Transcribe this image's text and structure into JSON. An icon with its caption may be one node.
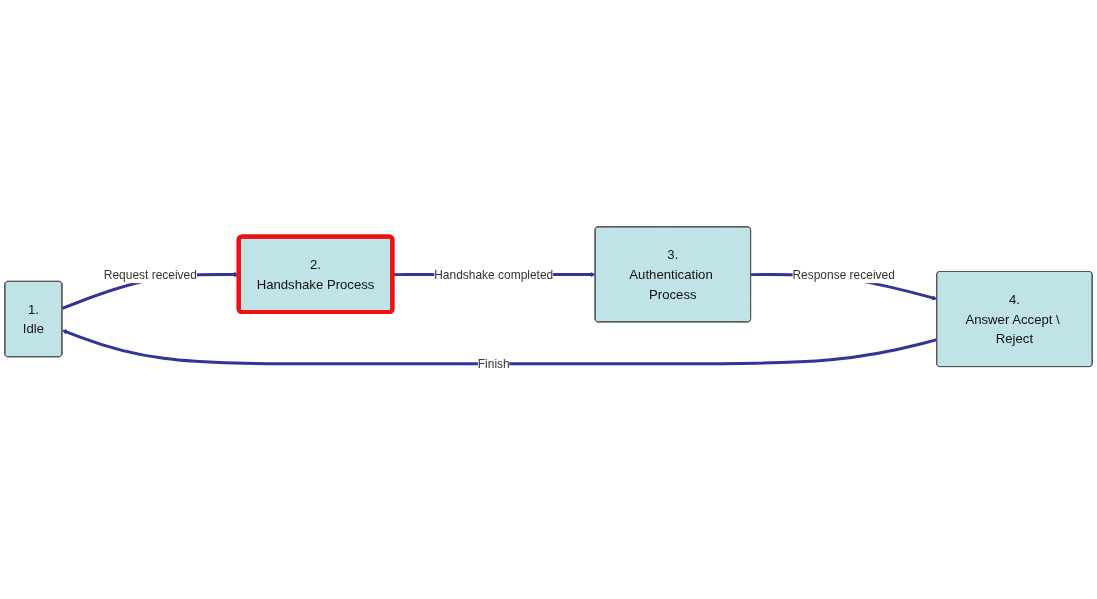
{
  "diagram": {
    "nodes": [
      {
        "text": [
          "1.",
          "Idle"
        ]
      },
      {
        "text": [
          "2.",
          "Handshake Process"
        ]
      },
      {
        "text": [
          "3.",
          "Authentication Process"
        ]
      },
      {
        "text": [
          "4.",
          "Answer Accept \\ Reject"
        ]
      }
    ],
    "edges": [
      {
        "from": 0,
        "to": 1,
        "arrow": "to",
        "label": "Request received"
      },
      {
        "from": 1,
        "to": 2,
        "arrow": "to",
        "label": "Handshake completed"
      },
      {
        "from": 2,
        "to": 3,
        "arrow": "to",
        "label": "Response received"
      },
      {
        "from": 3,
        "to": 0,
        "arrow": "to",
        "label": "Finish"
      }
    ]
  }
}
